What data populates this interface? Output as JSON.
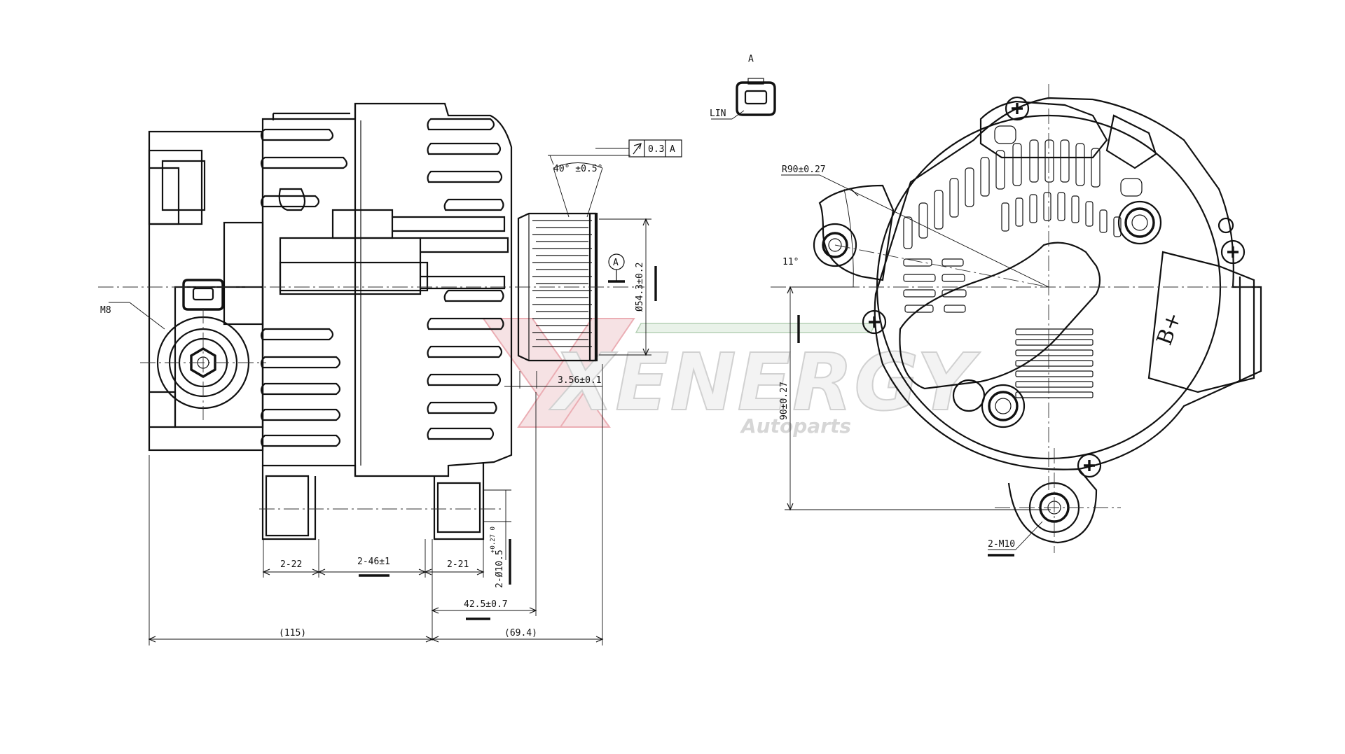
{
  "labels": {
    "connector_ref": "A",
    "lin": "LIN",
    "m8": "M8",
    "datum": "A",
    "runout_value": "0.3",
    "runout_datum": "A",
    "groove_angle": "40° ±0.5°",
    "pulley_diameter": "Ø54.3±0.2",
    "pulley_offset": "3.56±0.1",
    "dim_2_22": "2-22",
    "dim_2_46": "2-46±1",
    "dim_2_21": "2-21",
    "hole_dia": "2-Ø10.5",
    "hole_tol": "+0.27 0",
    "dim_42_5": "42.5±0.7",
    "dim_115": "(115)",
    "dim_69_4": "(69.4)",
    "radius": "R90±0.27",
    "angle_11": "11°",
    "dim_90": "90±0.27",
    "b_plus": "B+",
    "mount_m10": "2-M10"
  },
  "watermark": {
    "brand": "XENERGY",
    "sub": "Autoparts",
    "colors": {
      "red": "#e8a0a8",
      "green": "#a8c8a8",
      "grey": "#c9c9c9"
    }
  }
}
